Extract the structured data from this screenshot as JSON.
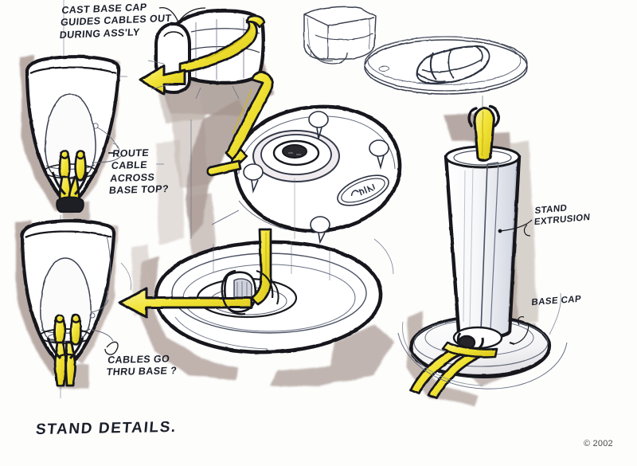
{
  "page": {
    "title": "STAND DETAILS.",
    "copyright": "© 2002",
    "background_color": "#fdfdfc",
    "medium": "ink-and-marker concept sketch"
  },
  "colors": {
    "ink": "#16181d",
    "pencil": "#5d6475",
    "marker_yellow": "#f1e333",
    "marker_yellow_dark": "#cdb916",
    "marker_yellow_light": "#faf4a2",
    "shadow_taupe": "#9b8a84",
    "shadow_taupe_light": "#bfb0a8",
    "cool_grey": "#cfd2dc",
    "paper": "#fdfdfc"
  },
  "annotations": [
    {
      "id": "cast-base-cap",
      "lines": [
        "CAST BASE CAP",
        "GUIDES CABLES OUT",
        "DURING ASS'LY"
      ],
      "text": "CAST BASE CAP\nGUIDES CABLES OUT\nDURING ASS'LY",
      "leader": "curved leader to top-centre assembly sketch"
    },
    {
      "id": "route-cable",
      "lines": [
        "ROUTE",
        "CABLE",
        "ACROSS",
        "BASE TOP?"
      ],
      "text": "ROUTE\nCABLE\nACROSS\nBASE TOP?",
      "leader": "dash to upper-left funnel section"
    },
    {
      "id": "cables-go-thru-base",
      "lines": [
        "CABLES GO",
        "THRU BASE ?"
      ],
      "text": "CABLES GO\nTHRU BASE ?",
      "leader": "squiggle to lower-left funnel section"
    },
    {
      "id": "stand-extrusion",
      "lines": [
        "STAND",
        "EXTRUSION"
      ],
      "text": "STAND\nEXTRUSION",
      "leader": "hooked leader line to column wall"
    },
    {
      "id": "base-cap",
      "lines": [
        "BASE CAP"
      ],
      "text": "BASE CAP",
      "leader": "hooked leader line to cap at foot of column"
    }
  ],
  "sketches": [
    {
      "id": "funnel-section-upper",
      "label": "upper-left funnel / shade cross-section with cable bundle",
      "position": "top-left"
    },
    {
      "id": "base-cap-assembly",
      "label": "top-centre base cap with cable exiting, large yellow direction arrow",
      "position": "top-centre"
    },
    {
      "id": "cap-block-thumbnail",
      "label": "small line thumbnail of cast cap block",
      "position": "top-centre-right"
    },
    {
      "id": "oval-base-plan",
      "label": "line sketch of oval base plate with cap detail",
      "position": "top-right"
    },
    {
      "id": "round-base-top",
      "label": "round base top view, cable routed to centre boss, four feet, oval logo badge",
      "position": "centre"
    },
    {
      "id": "dish-base-interior",
      "label": "shallow dish base interior with cable run and yellow direction arrow",
      "position": "lower-centre"
    },
    {
      "id": "funnel-section-lower",
      "label": "lower-left funnel / shade cross-section, cables exiting through base",
      "position": "bottom-left"
    },
    {
      "id": "stand-column-elevation",
      "label": "tapered stand extrusion elevation on dish base, cables exiting cap",
      "position": "right"
    }
  ]
}
